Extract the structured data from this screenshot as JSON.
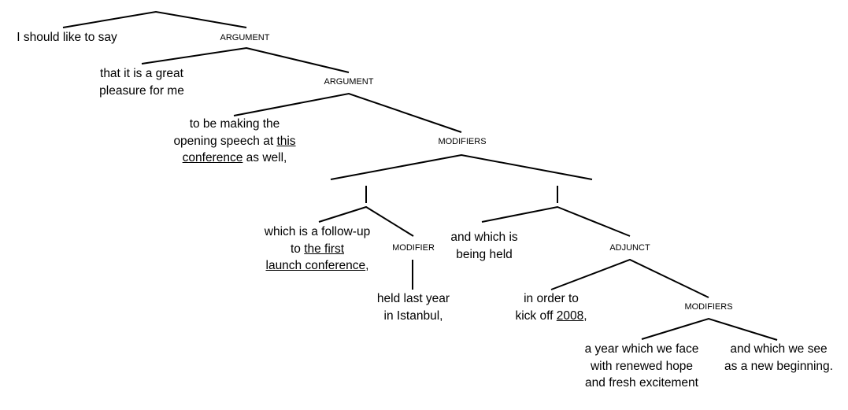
{
  "nodes": {
    "root_text": "I should like to say",
    "argument1": "ARGUMENT",
    "great_pleasure": [
      "that it is a great",
      "pleasure for me"
    ],
    "argument2": "ARGUMENT",
    "opening": {
      "l1": "to be making the",
      "l2a": "opening speech at ",
      "l2u": "this",
      "l3u": "conference",
      "l3b": " as well,"
    },
    "modifiers1": "MODIFIERS",
    "followup": {
      "l1": "which is a follow-up",
      "l2a": "to ",
      "l2u": "the first",
      "l3u": "launch conference",
      "l3b": ","
    },
    "modifier": "MODIFIER",
    "held_last_year": [
      "held last year",
      "in Istanbul,"
    ],
    "being_held": [
      "and which is",
      "being held"
    ],
    "adjunct": "ADJUNCT",
    "kick_off": {
      "l1": "in order to",
      "l2a": "kick off ",
      "l2u": "2008",
      "l2b": ","
    },
    "modifiers2": "MODIFIERS",
    "year": [
      "a year which we face",
      "with renewed hope",
      "and fresh excitement"
    ],
    "new_beginning": [
      "and which we see",
      "as a new beginning."
    ]
  }
}
